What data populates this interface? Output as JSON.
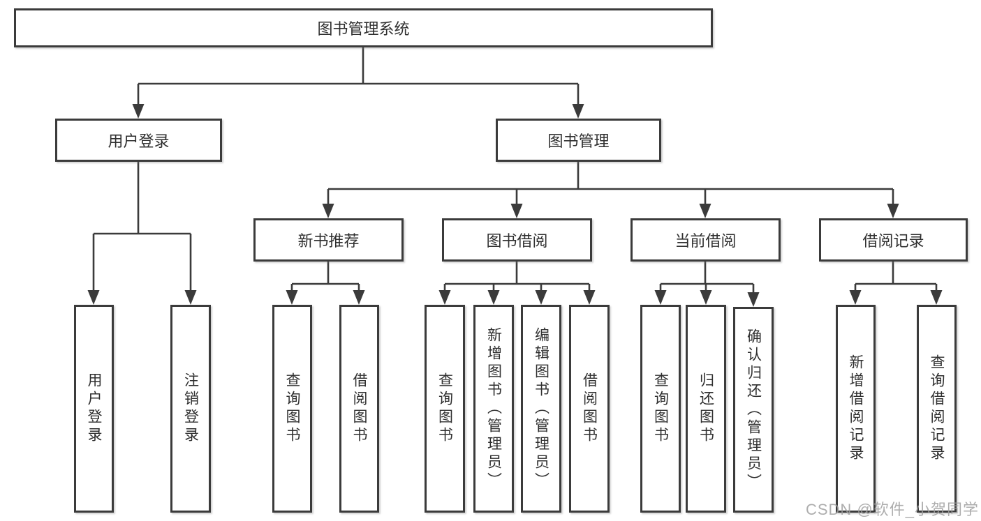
{
  "tree": {
    "root": {
      "label": "图书管理系统"
    },
    "children": [
      {
        "label": "用户登录",
        "children": [
          {
            "label": "用户登录"
          },
          {
            "label": "注销登录"
          }
        ]
      },
      {
        "label": "图书管理",
        "children": [
          {
            "label": "新书推荐",
            "children": [
              {
                "label": "查询图书"
              },
              {
                "label": "借阅图书"
              }
            ]
          },
          {
            "label": "图书借阅",
            "children": [
              {
                "label": "查询图书"
              },
              {
                "label": "新增图书（管理员）"
              },
              {
                "label": "编辑图书（管理员）"
              },
              {
                "label": "借阅图书"
              }
            ]
          },
          {
            "label": "当前借阅",
            "children": [
              {
                "label": "查询图书"
              },
              {
                "label": "归还图书"
              },
              {
                "label": "确认归还（管理员）"
              }
            ]
          },
          {
            "label": "借阅记录",
            "children": [
              {
                "label": "新增借阅记录"
              },
              {
                "label": "查询借阅记录"
              }
            ]
          }
        ]
      }
    ]
  },
  "watermark": {
    "text": "CSDN @软件_小贺同学"
  },
  "colors": {
    "line": "#3b3b3b",
    "text": "#2f2f2f",
    "watermark": "#a0a0a0",
    "background": "#ffffff"
  }
}
